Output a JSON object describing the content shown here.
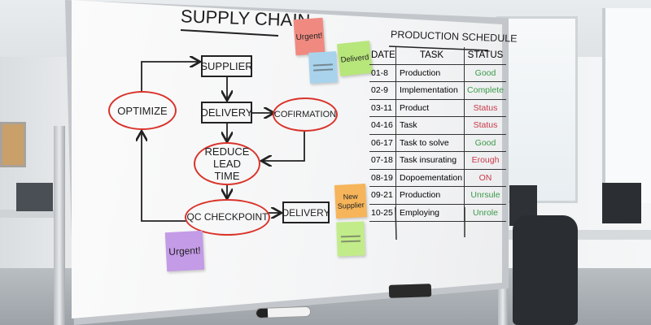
{
  "diagram": {
    "title": "SUPPLY CHAIN",
    "nodes": {
      "supplier": "SUPPLIER",
      "optimize": "OPTIMIZE",
      "delivery": "DELIVERY",
      "confirmation": "COFIRMATION",
      "reduce_lead_time": "REDUCE LEAD TIME",
      "qc_checkpoint": "QC CHECKPOINT",
      "delivery2": "DELIVERY"
    }
  },
  "notes": {
    "urgent_red": "Urgent!",
    "delivered_green": "Deliverd",
    "new_supplier": "New Supplier",
    "urgent_purple": "Urgent!"
  },
  "colors": {
    "circle_red": "#d9342b",
    "note_red": "#f08a80",
    "note_blue": "#a9d3ec",
    "note_green": "#b7e67a",
    "note_orange": "#f6b55a",
    "note_purple": "#c49be6",
    "status_green": "#3a9a4a",
    "status_red": "#c8384a"
  },
  "schedule": {
    "title": "PRODUCTION SCHEDULE",
    "headers": [
      "DATE",
      "TASK",
      "STATUS"
    ],
    "rows": [
      {
        "date": "01-8",
        "task": "Production",
        "status": "Good",
        "tone": "green"
      },
      {
        "date": "02-9",
        "task": "Implementation",
        "status": "Complete",
        "tone": "green"
      },
      {
        "date": "03-11",
        "task": "Product",
        "status": "Status",
        "tone": "red"
      },
      {
        "date": "04-16",
        "task": "Task",
        "status": "Status",
        "tone": "red"
      },
      {
        "date": "06-17",
        "task": "Task to solve",
        "status": "Good",
        "tone": "green"
      },
      {
        "date": "07-18",
        "task": "Task insurating",
        "status": "Erough",
        "tone": "red"
      },
      {
        "date": "08-19",
        "task": "Dopoementation",
        "status": "ON",
        "tone": "red"
      },
      {
        "date": "09-21",
        "task": "Production",
        "status": "Unrsule",
        "tone": "green"
      },
      {
        "date": "10-25",
        "task": "Employing",
        "status": "Unrole",
        "tone": "green"
      }
    ]
  }
}
